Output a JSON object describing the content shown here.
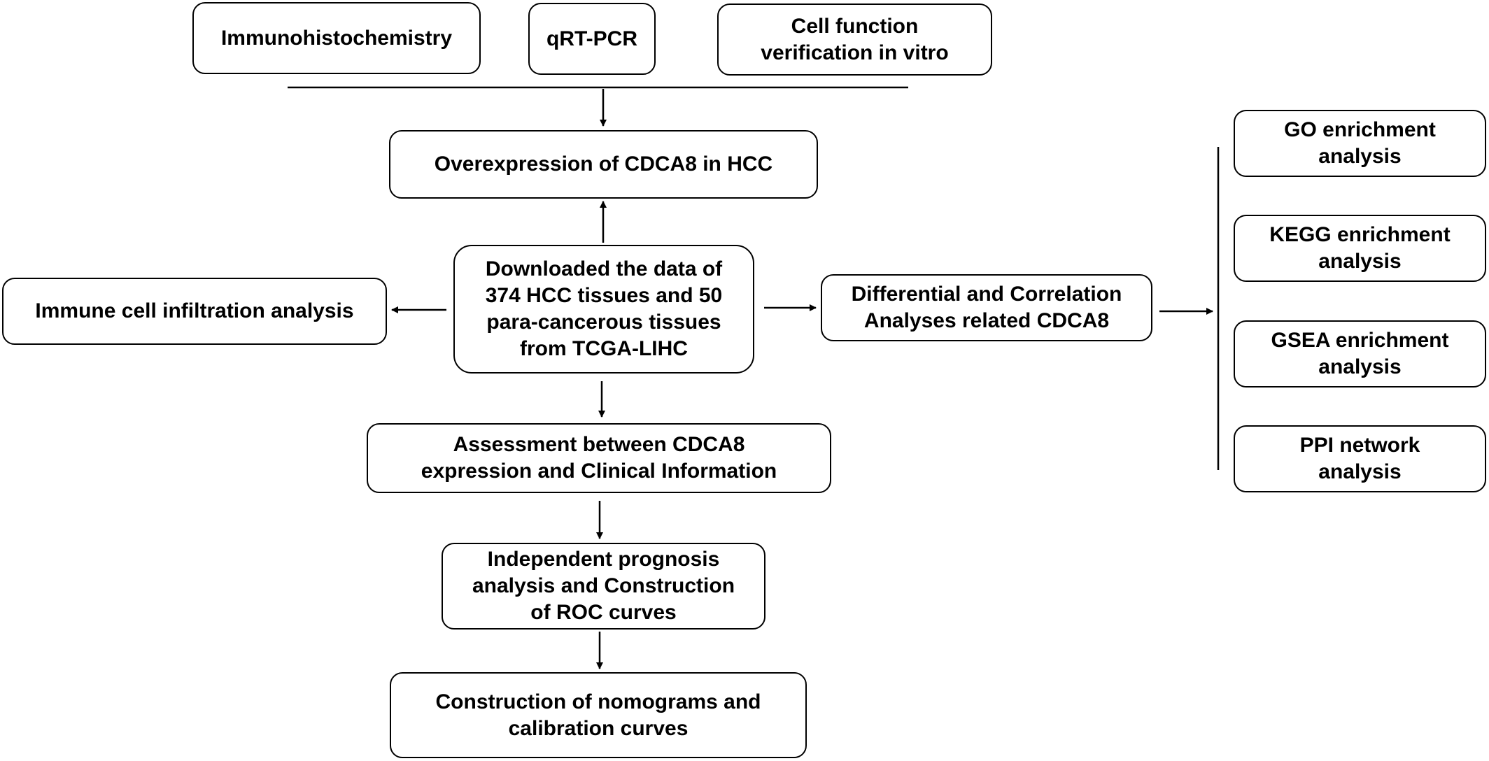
{
  "top_methods": {
    "ihc": [
      "Immunohistochemistry"
    ],
    "qrtpcr": [
      "qRT-PCR"
    ],
    "cell_function": [
      "Cell function",
      "verification in vitro"
    ]
  },
  "overexpression": [
    "Overexpression of CDCA8 in HCC"
  ],
  "data_source": [
    "Downloaded the data of",
    "374 HCC tissues and 50",
    "para-cancerous tissues",
    "from TCGA-LIHC"
  ],
  "immune": [
    "Immune cell infiltration analysis"
  ],
  "differential": [
    "Differential and Correlation",
    "Analyses related CDCA8"
  ],
  "clinical": [
    "Assessment between CDCA8",
    "expression and Clinical Information"
  ],
  "prognosis": [
    "Independent prognosis",
    "analysis and Construction",
    "of ROC curves"
  ],
  "nomogram": [
    "Construction of nomograms and",
    "calibration curves"
  ],
  "enrichment": {
    "go": [
      "GO enrichment",
      "analysis"
    ],
    "kegg": [
      "KEGG enrichment",
      "analysis"
    ],
    "gsea": [
      "GSEA enrichment",
      "analysis"
    ],
    "ppi": [
      "PPI network",
      "analysis"
    ]
  }
}
